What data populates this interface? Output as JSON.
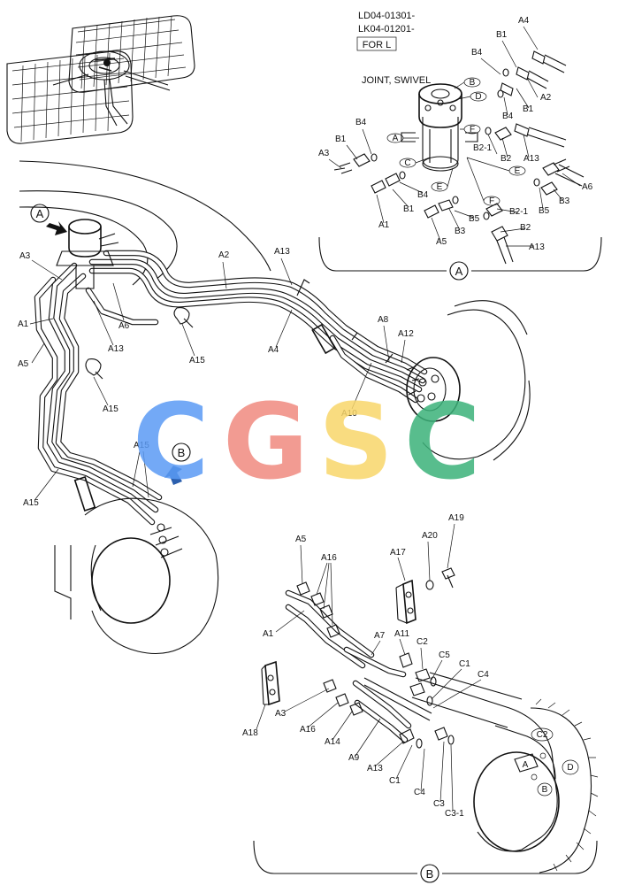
{
  "header": {
    "model_line_1": "LD04-01301-",
    "model_line_2": "LK04-01201-",
    "badge": "FOR L"
  },
  "detail_a": {
    "title": "JOINT, SWIVEL",
    "marker": "A",
    "callouts": [
      "A4",
      "B1",
      "B4",
      "B",
      "A2",
      "D",
      "B1",
      "B4",
      "B4",
      "B1",
      "A3",
      "A",
      "C",
      "F",
      "B2-1",
      "B2",
      "A13",
      "E",
      "A6",
      "B3",
      "B5",
      "E",
      "B4",
      "B1",
      "A1",
      "F",
      "B2-1",
      "B5",
      "B3",
      "A5",
      "B2",
      "A13"
    ]
  },
  "main_view": {
    "marker_a": "A",
    "marker_b": "B",
    "callouts": [
      "A3",
      "A1",
      "A5",
      "A6",
      "A13",
      "A2",
      "A13",
      "A15",
      "A4",
      "A8",
      "A12",
      "A10",
      "A15",
      "A15",
      "A15"
    ]
  },
  "detail_b": {
    "marker": "B",
    "callouts": [
      "A5",
      "A16",
      "A17",
      "A20",
      "A19",
      "A1",
      "A11",
      "A7",
      "C2",
      "C5",
      "C1",
      "C4",
      "A3",
      "A18",
      "A16",
      "A14",
      "A9",
      "A13",
      "C1",
      "C4",
      "C3",
      "C3-1",
      "C2",
      "A",
      "D",
      "B"
    ]
  },
  "watermark": {
    "letters": [
      "C",
      "G",
      "S",
      "C"
    ],
    "colors": [
      "#5b9bf5",
      "#f08a80",
      "#f8d66a",
      "#3cb27a"
    ]
  }
}
